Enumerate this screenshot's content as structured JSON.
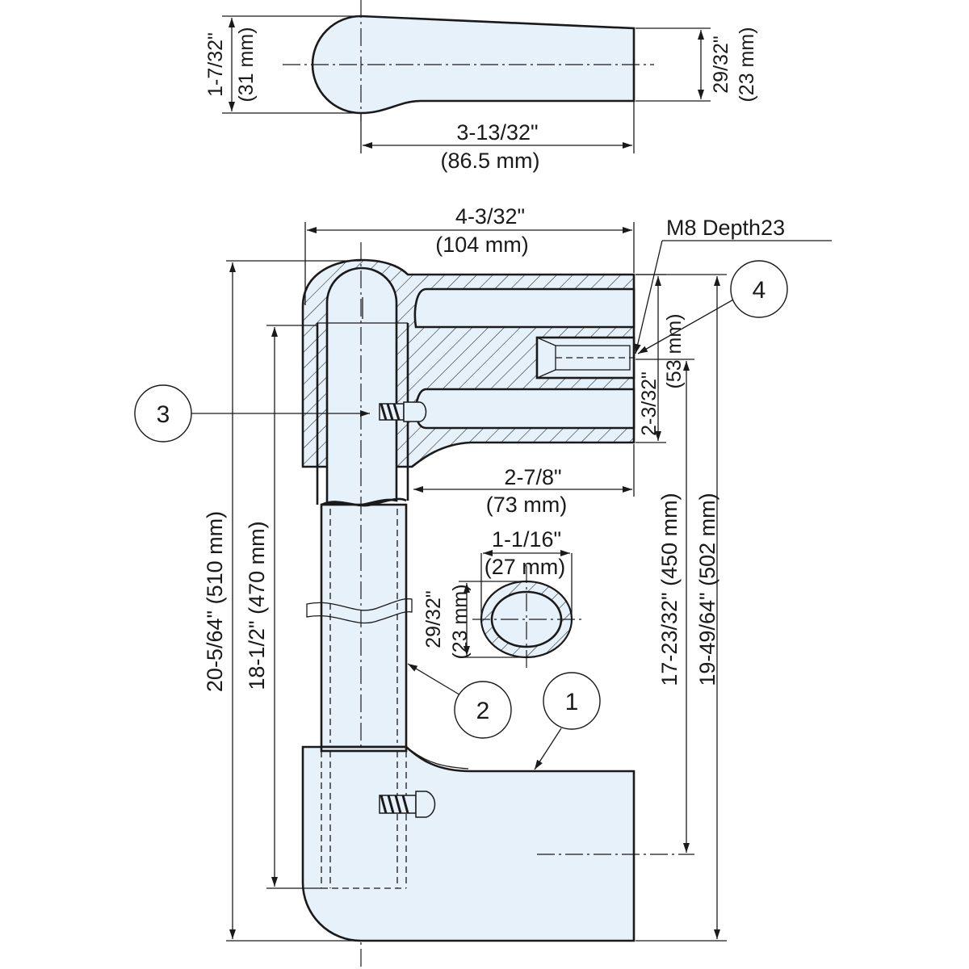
{
  "dimensions": {
    "top_height": {
      "imperial": "1-7/32\"",
      "metric": "(31 mm)"
    },
    "top_length": {
      "imperial": "3-13/32\"",
      "metric": "(86.5 mm)"
    },
    "top_tip_height": {
      "imperial": "29/32\"",
      "metric": "(23 mm)"
    },
    "overall_width": {
      "imperial": "4-3/32\"",
      "metric": "(104 mm)"
    },
    "thread_note": "M8 Depth23",
    "arm_length": {
      "imperial": "2-7/8\"",
      "metric": "(73 mm)"
    },
    "arm_height": {
      "imperial": "2-3/32\"",
      "metric": "(53 mm)"
    },
    "pipe_width": {
      "imperial": "1-1/16\"",
      "metric": "(27 mm)"
    },
    "pipe_height": {
      "imperial": "29/32\"",
      "metric": "(23 mm)"
    },
    "overall_height": {
      "imperial": "20-5/64\"",
      "metric": "(510 mm)"
    },
    "pipe_length": {
      "imperial": "18-1/2\"",
      "metric": "(470 mm)"
    },
    "mount_pitch": {
      "imperial": "17-23/32\"",
      "metric": "(450 mm)"
    },
    "bracket_height": {
      "imperial": "19-49/64\"",
      "metric": "(502 mm)"
    }
  },
  "balloons": {
    "b1": "1",
    "b2": "2",
    "b3": "3",
    "b4": "4"
  },
  "colors": {
    "part_fill": "#e6f1fa",
    "line": "#1a1a1a"
  }
}
